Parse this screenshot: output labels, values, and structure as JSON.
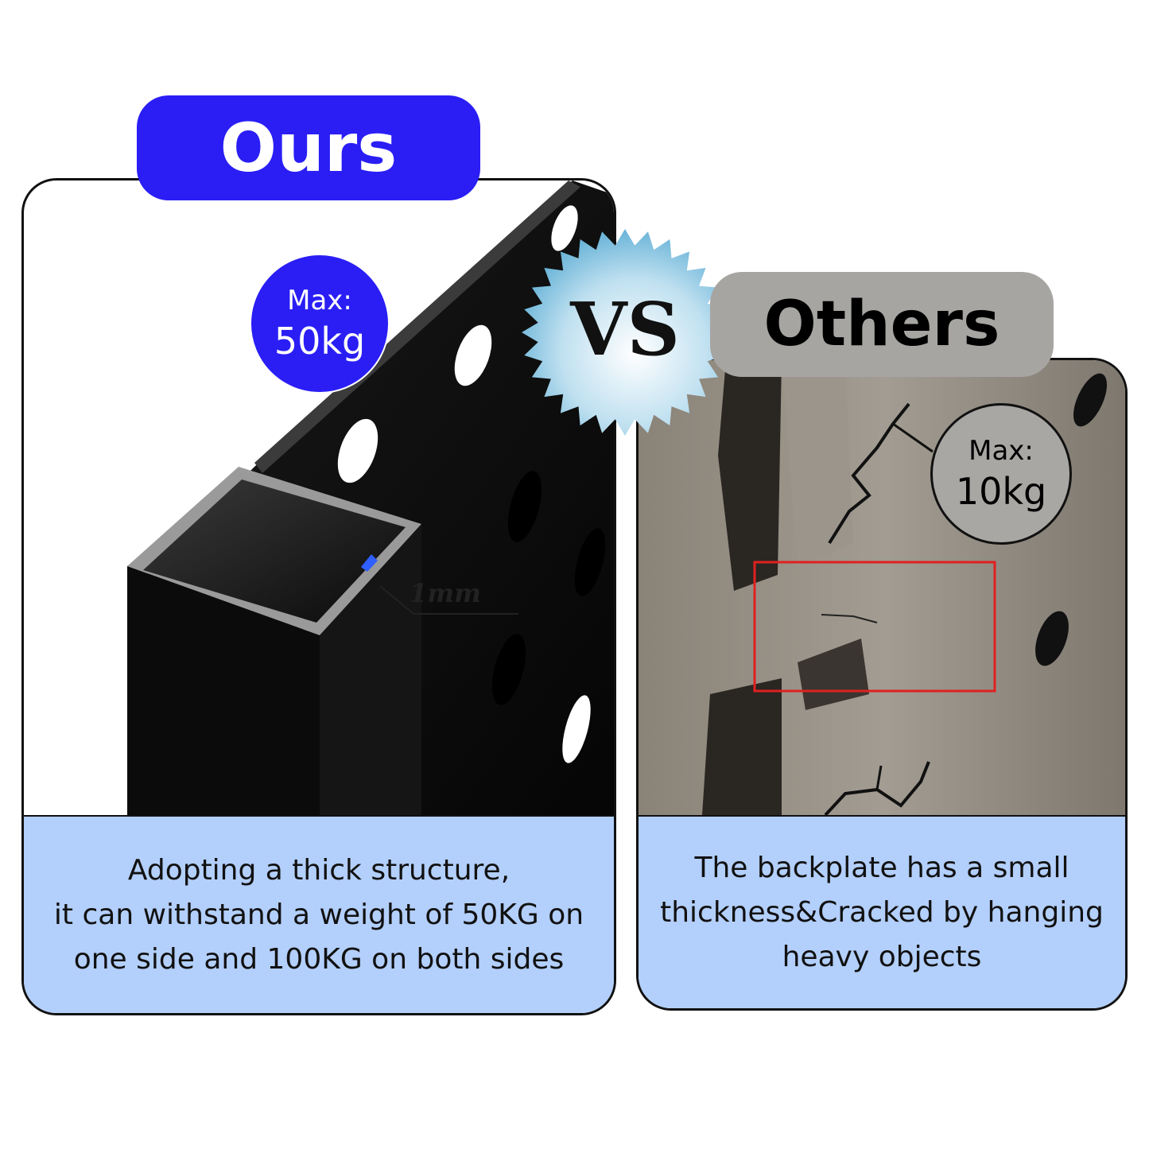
{
  "ours": {
    "label": "Ours",
    "max_label": "Max:",
    "max_value": "50kg",
    "thickness": "1mm",
    "caption": [
      "Adopting a thick structure,",
      "it can withstand a weight of 50KG on",
      "one side and 100KG on both sides"
    ],
    "accent_color": "#2a1ef5"
  },
  "vs": {
    "label": "VS"
  },
  "others": {
    "label": "Others",
    "max_label": "Max:",
    "max_value": "10kg",
    "caption": [
      "The backplate has a small",
      "thickness&Cracked by hanging",
      "heavy objects"
    ],
    "accent_color": "#a7a5a2",
    "highlight_color": "#e02020"
  },
  "caption_bg": "#b3cffb"
}
